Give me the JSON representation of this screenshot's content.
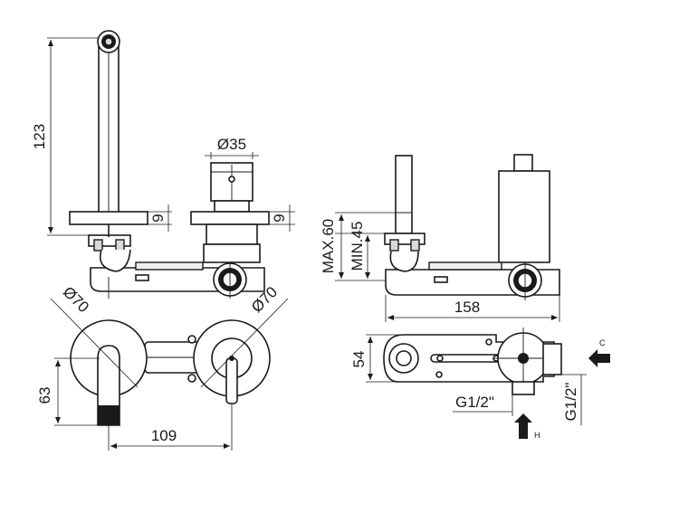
{
  "dimensions": {
    "spout_height": "123",
    "cap_diameter": "Ø35",
    "flange_thickness_left": "9",
    "flange_thickness_right": "9",
    "spout_rosette_diameter": "Ø70",
    "handle_rosette_diameter": "Ø70",
    "spout_projection": "63",
    "centre_distance": "109",
    "wall_depth_max": "MAX.60",
    "wall_depth_min": "MIN.45",
    "body_length": "158",
    "body_width": "54",
    "inlet_bottom": "G1/2\"",
    "inlet_side": "G1/2\""
  },
  "arrows": {
    "cold_label": "C",
    "hot_label": "H"
  }
}
